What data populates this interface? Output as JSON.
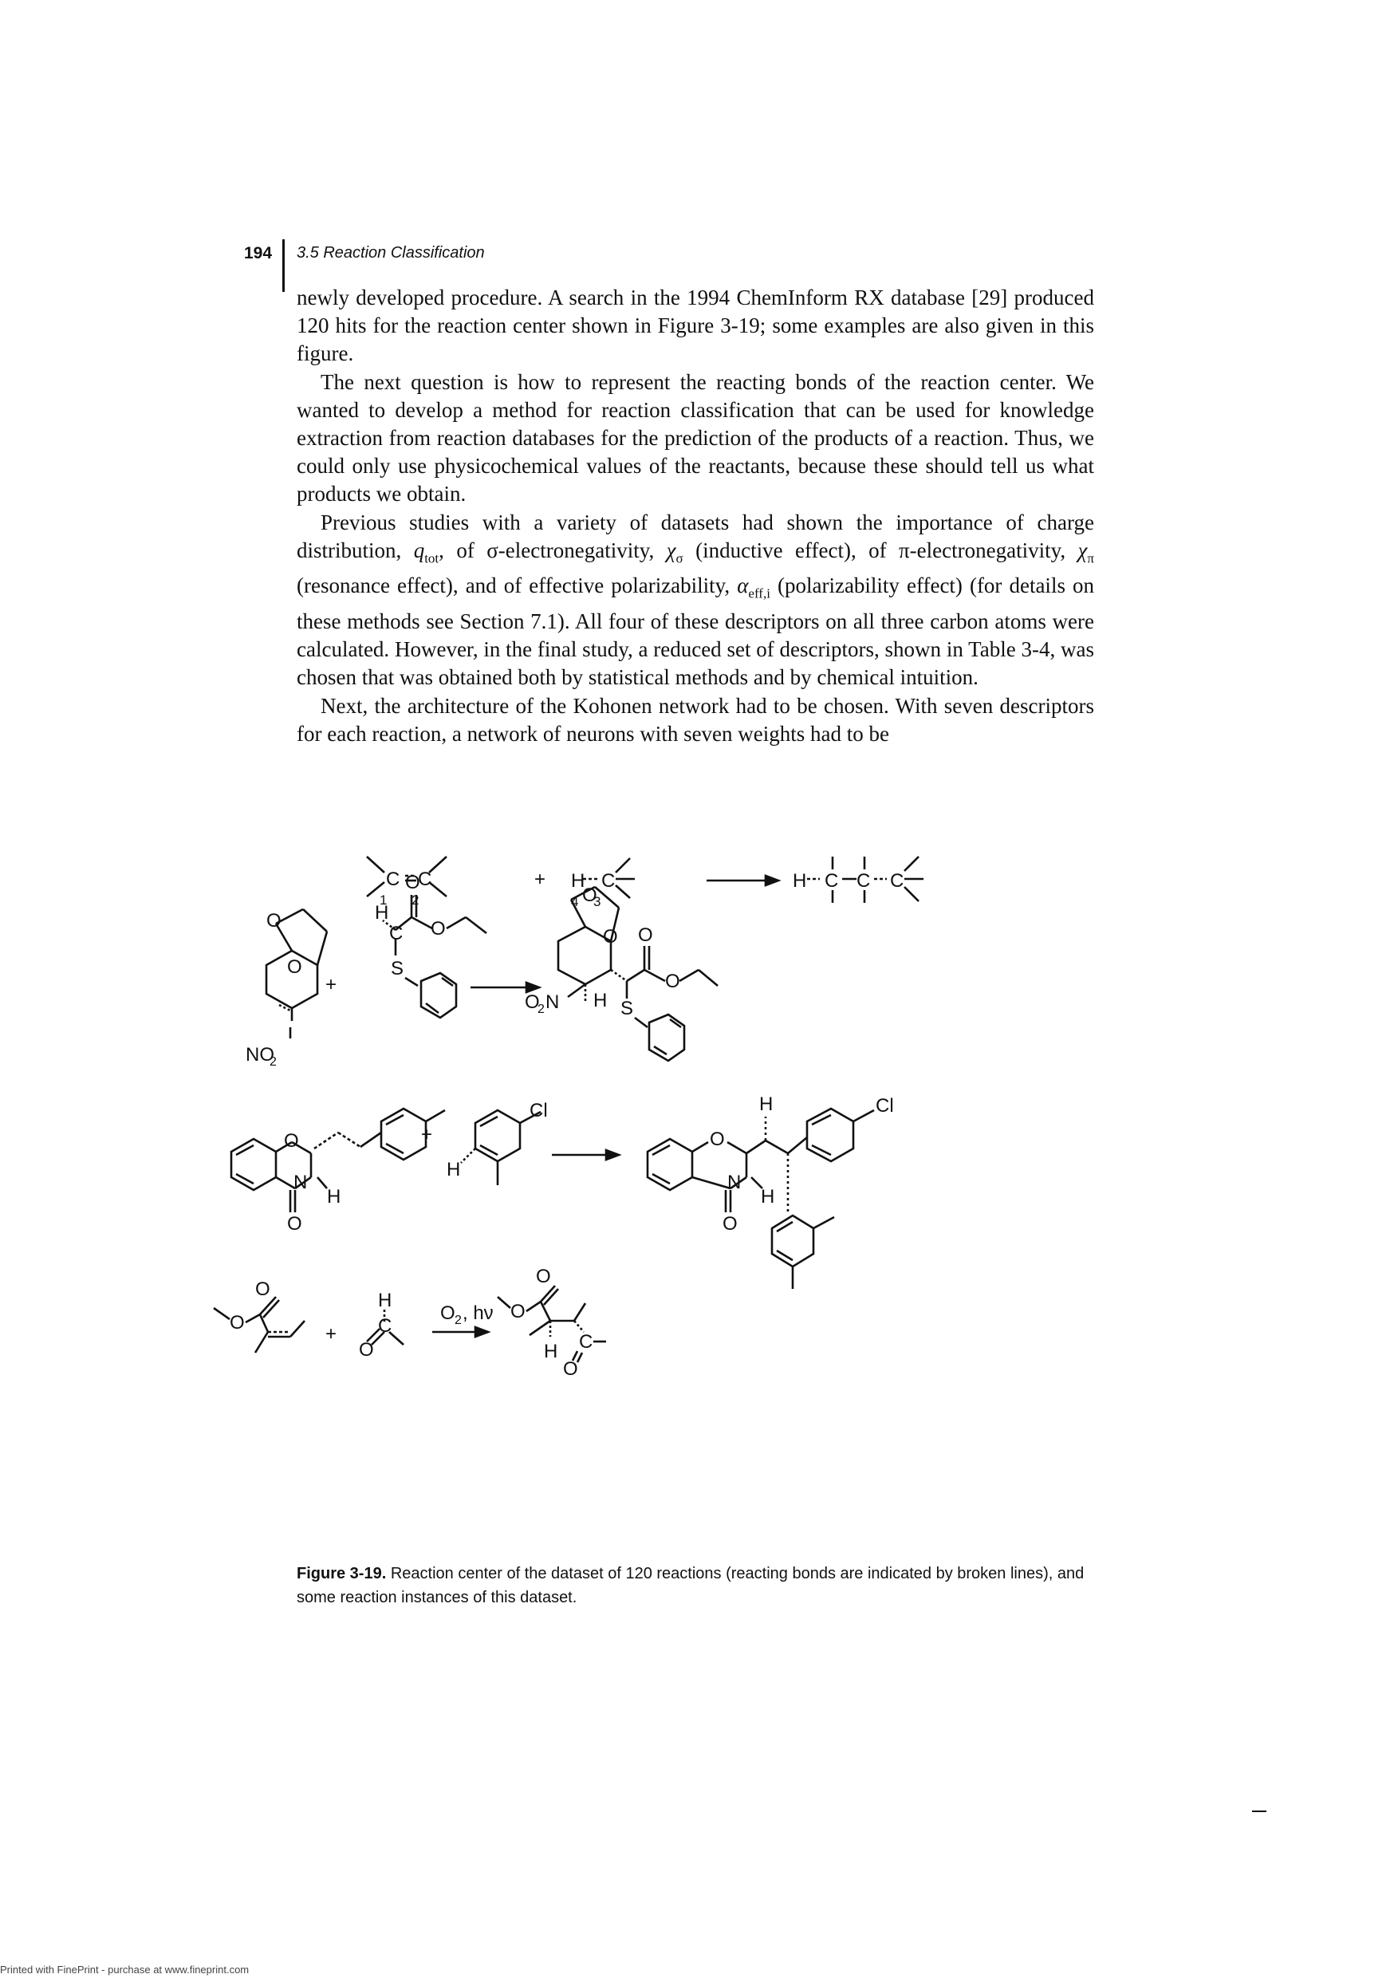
{
  "header": {
    "page_number": "194",
    "section_title": "3.5 Reaction Classification"
  },
  "body": {
    "p1": "newly developed procedure. A search in the 1994 ChemInform RX database [29] produced 120 hits for the reaction center shown in Figure 3-19; some examples are also given in this figure.",
    "p2": "The next question is how to represent the reacting bonds of the reaction center. We wanted to develop a method for reaction classification that can be used for knowledge extraction from reaction databases for the prediction of the products of a reaction. Thus, we could only use physicochemical values of the reactants, because these should tell us what products we obtain.",
    "p3_a": "Previous studies with a variety of datasets had shown the importance of charge distribution, ",
    "p3_q": "q",
    "p3_q_sub": "tot",
    "p3_b": ", of σ-electronegativity, ",
    "p3_chi": "χ",
    "p3_chi_sub": "σ",
    "p3_c": " (inductive effect), of π-electronegativity, ",
    "p3_chi2": "χ",
    "p3_chi2_sub": "π",
    "p3_d": " (resonance effect), and of effective polarizability, ",
    "p3_alpha": "α",
    "p3_alpha_sub": "eff,i",
    "p3_e": " (polarizability effect) (for details on these methods see Section 7.1). All four of these descriptors on all three carbon atoms were calculated. However, in the final study, a reduced set of descriptors, shown in Table 3-4, was chosen that was obtained both by statistical methods and by chemical intuition.",
    "p4": "Next, the architecture of the Kohonen network had to be chosen. With seven descriptors for each reaction, a network of neurons with seven weights had to be"
  },
  "figure": {
    "r1_c": "C",
    "r1_eq": "=",
    "r1_n1": "1",
    "r1_n2": "2",
    "r1_h": "H",
    "r1_n4": "4",
    "r1_n3": "3",
    "plus": "+",
    "o_label": "O",
    "no2": "NO",
    "no2_sub": "2",
    "o2n": "O",
    "o2n_sub": "2",
    "o2n_n": "N",
    "n_label": "N",
    "h_label": "H",
    "s_label": "S",
    "cl_label": "Cl",
    "c_label": "C",
    "arrow_reagent": "O",
    "arrow_reagent_sub": "2",
    "arrow_reagent_tail": ", hν"
  },
  "caption": {
    "label": "Figure 3-19.",
    "text": "Reaction center of the dataset of 120 reactions (reacting bonds are indicated by broken lines), and some reaction instances of this dataset."
  },
  "footer": "Printed with FinePrint - purchase at www.fineprint.com"
}
